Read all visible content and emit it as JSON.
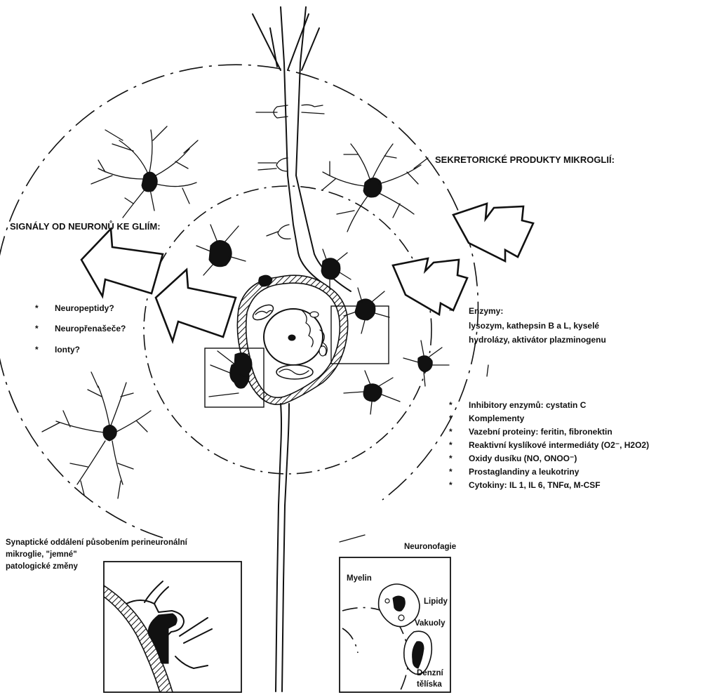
{
  "title_left": "SIGNÁLY OD NEURONŮ KE GLIÍM:",
  "title_right": "SEKRETORICKÉ PRODUKTY MIKROGLIÍ:",
  "bullet_symbol": "*",
  "neuron_signals": [
    "Neuropeptidy?",
    "Neuropřenašeče?",
    "Ionty?"
  ],
  "microglia_products": {
    "enzymes_title": "Enzymy:",
    "enzymes_line1": "lysozym, kathepsin B a L, kyselé",
    "enzymes_line2": "hydrolázy, aktivátor plazminogenu",
    "items": [
      "Inhibitory enzymů: cystatin C",
      "Komplementy",
      "Vazební proteiny: feritin, fibronektin",
      "Reaktivní kyslíkové intermediáty (O2⁻, H2O2)",
      "Oxidy dusíku (NO, ONOO⁻)",
      "Prostaglandiny a leukotriny",
      "Cytokiny: IL 1, IL 6, TNFα, M-CSF"
    ]
  },
  "synaptic_caption": [
    "Synaptické oddálení působením perineuronální",
    "mikroglie, \"jemné\"",
    "patologické změny"
  ],
  "neuronophagy": {
    "title": "Neuronofagie",
    "myelin": "Myelin",
    "lipids": "Lipidy",
    "vacuoles": "Vakuoly",
    "dense1": "Denzní",
    "dense2": "tělíska"
  }
}
